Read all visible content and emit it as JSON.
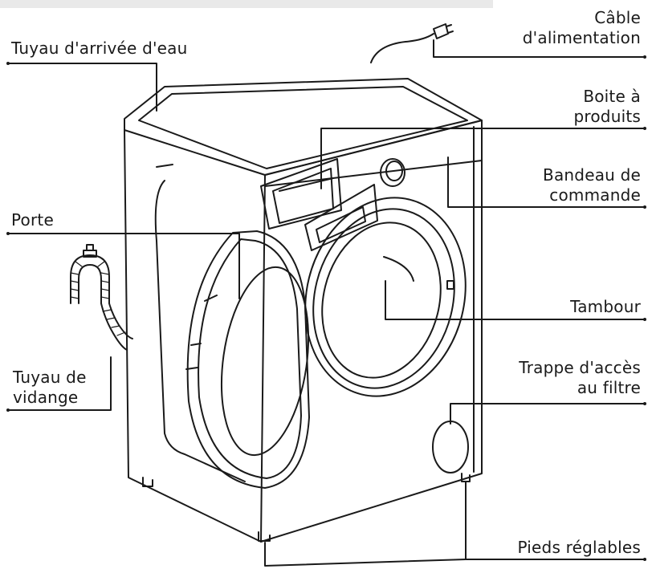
{
  "labels": {
    "inlet_hose": [
      "Tuyau d'arrivée d'eau"
    ],
    "power_cable": [
      "Câble",
      "d'alimentation"
    ],
    "detergent_drawer": [
      "Boite à",
      "produits"
    ],
    "control_panel": [
      "Bandeau de",
      "commande"
    ],
    "door": [
      "Porte"
    ],
    "drum": [
      "Tambour"
    ],
    "filter_hatch": [
      "Trappe d'accès",
      "au filtre"
    ],
    "drain_hose": [
      "Tuyau de",
      "vidange"
    ],
    "feet": [
      "Pieds réglables"
    ]
  },
  "colors": {
    "line": "#1a1a1a",
    "text": "#1a1a1a",
    "top_bar": "#e9e9e9"
  }
}
